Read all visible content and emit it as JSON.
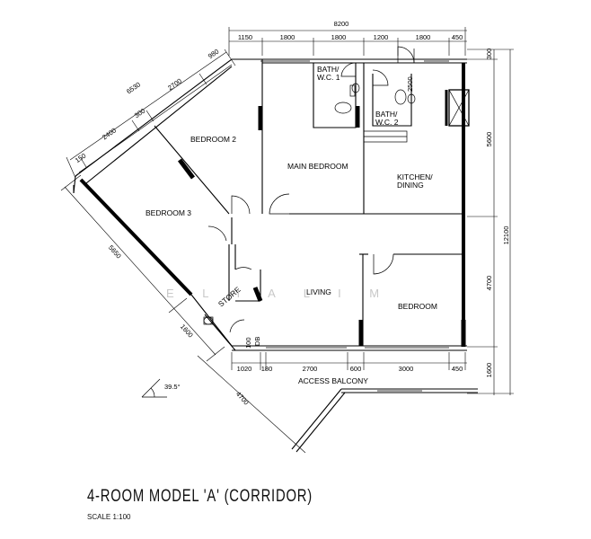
{
  "title": "4-ROOM MODEL 'A' (CORRIDOR)",
  "scale": "SCALE 1:100",
  "watermark": "E L I A   L I M",
  "rooms": {
    "bath_wc1": [
      "BATH/",
      "W.C. 1"
    ],
    "bath_wc2": [
      "BATH/",
      "W.C. 2"
    ],
    "bedroom2": "BEDROOM 2",
    "main_bedroom": "MAIN BEDROOM",
    "kitchen_dining": [
      "KITCHEN/",
      "DINING"
    ],
    "bedroom3": "BEDROOM 3",
    "living": "LIVING",
    "bedroom": "BEDROOM",
    "store": "STORE",
    "dbox": "DB",
    "dbox_size": "100",
    "access_balcony": "ACCESS BALCONY"
  },
  "dimensions": {
    "top_total": "8200",
    "top": [
      "1150",
      "1800",
      "1800",
      "1200",
      "1800",
      "450"
    ],
    "top_right_small": "300",
    "bath1_2500": "2500",
    "diag_total": "6530",
    "diag": [
      "2700",
      "980",
      "300",
      "2400",
      "150"
    ],
    "left_diag": "5650",
    "left_small": "1600",
    "right_total": "12100",
    "right": [
      "5600",
      "4700",
      "1600"
    ],
    "bottom": [
      "1020",
      "180",
      "2700",
      "600",
      "3000",
      "450"
    ],
    "lower_diag": "4700",
    "angle": "39.5°"
  }
}
